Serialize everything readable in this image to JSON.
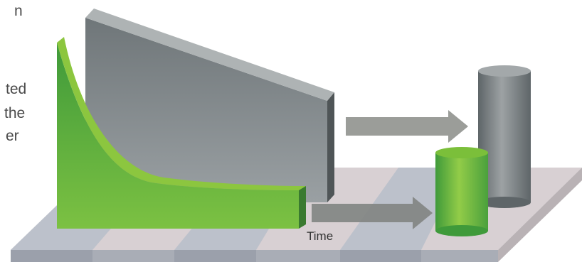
{
  "side_text": [
    "n",
    "ted",
    "the",
    "er"
  ],
  "axis_label": "Time",
  "colors": {
    "green_light": "#8cc63f",
    "green_dark": "#3f9a3a",
    "gray_light": "#8e9597",
    "gray_dark": "#5f6668",
    "arrow": "#9a9c97",
    "floor_gray": "#bfc3cc",
    "floor_pink": "#d9d0d4"
  }
}
